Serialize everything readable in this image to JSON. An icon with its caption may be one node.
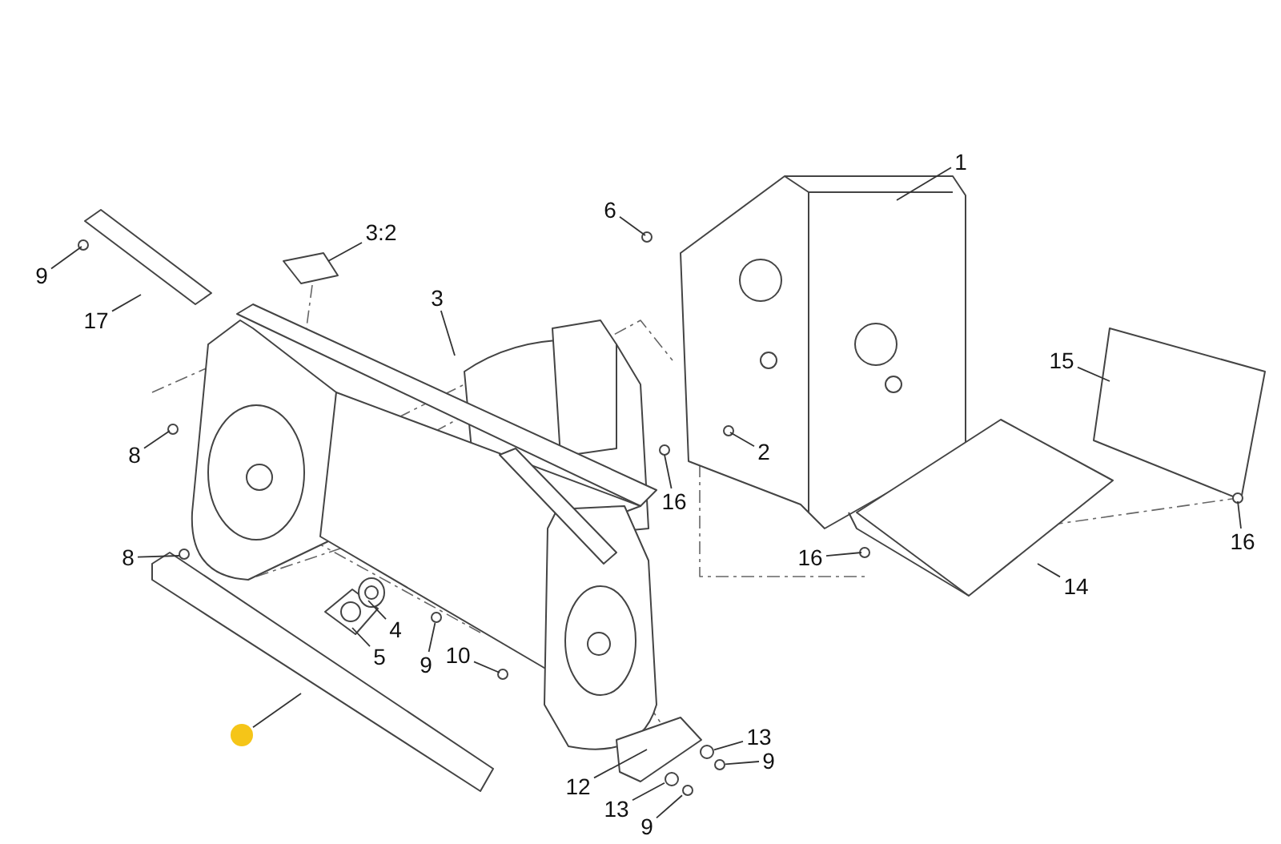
{
  "diagram": {
    "nodes": [
      {
        "text": [
          "1"
        ]
      },
      {
        "text": [
          "6"
        ]
      },
      {
        "text": [
          "9"
        ]
      },
      {
        "text": [
          "3:2"
        ]
      },
      {
        "text": [
          "17"
        ]
      },
      {
        "text": [
          "3"
        ]
      },
      {
        "text": [
          "15"
        ]
      },
      {
        "text": [
          "2"
        ]
      },
      {
        "text": [
          "8"
        ]
      },
      {
        "text": [
          "16"
        ]
      },
      {
        "text": [
          "16"
        ]
      },
      {
        "text": [
          "8"
        ]
      },
      {
        "text": [
          "16"
        ]
      },
      {
        "text": [
          "14"
        ]
      },
      {
        "text": [
          "4"
        ]
      },
      {
        "text": [
          "5"
        ]
      },
      {
        "text": [
          "9"
        ]
      },
      {
        "text": [
          "10"
        ]
      },
      {
        "text": [
          "13"
        ]
      },
      {
        "text": [
          "9"
        ]
      },
      {
        "text": [
          "12"
        ]
      },
      {
        "text": [
          "13"
        ]
      },
      {
        "text": [
          "9"
        ]
      },
      {
        "text": [],
        "shape": "circle"
      },
      {
        "text": [],
        "shape": "circle"
      },
      {
        "text": [],
        "shape": "circle"
      },
      {
        "text": [],
        "shape": "circle"
      },
      {
        "text": [],
        "shape": "circle"
      },
      {
        "text": [],
        "shape": "circle"
      }
    ],
    "edges": [
      {
        "from": 0,
        "to": null,
        "arrow": "none"
      },
      {
        "from": 1,
        "to": null,
        "arrow": "none"
      },
      {
        "from": 2,
        "to": null,
        "arrow": "none"
      },
      {
        "from": 3,
        "to": null,
        "arrow": "none"
      },
      {
        "from": 4,
        "to": null,
        "arrow": "none"
      },
      {
        "from": 5,
        "to": null,
        "arrow": "none"
      },
      {
        "from": 6,
        "to": null,
        "arrow": "none"
      },
      {
        "from": 7,
        "to": null,
        "arrow": "none"
      },
      {
        "from": 8,
        "to": null,
        "arrow": "none"
      },
      {
        "from": 9,
        "to": null,
        "arrow": "none"
      },
      {
        "from": 10,
        "to": null,
        "arrow": "none"
      },
      {
        "from": 11,
        "to": null,
        "arrow": "none"
      },
      {
        "from": 12,
        "to": null,
        "arrow": "none"
      },
      {
        "from": 13,
        "to": null,
        "arrow": "none"
      },
      {
        "from": 14,
        "to": null,
        "arrow": "none"
      },
      {
        "from": 15,
        "to": null,
        "arrow": "none"
      },
      {
        "from": 16,
        "to": 24,
        "arrow": "none"
      },
      {
        "from": 17,
        "to": null,
        "arrow": "none"
      },
      {
        "from": 18,
        "to": 27,
        "arrow": "none"
      },
      {
        "from": 19,
        "to": 25,
        "arrow": "none"
      },
      {
        "from": 20,
        "to": null,
        "arrow": "none"
      },
      {
        "from": 21,
        "to": 26,
        "arrow": "none"
      },
      {
        "from": 22,
        "to": 28,
        "arrow": "none"
      },
      {
        "from": 23,
        "to": null,
        "arrow": "none"
      }
    ]
  }
}
